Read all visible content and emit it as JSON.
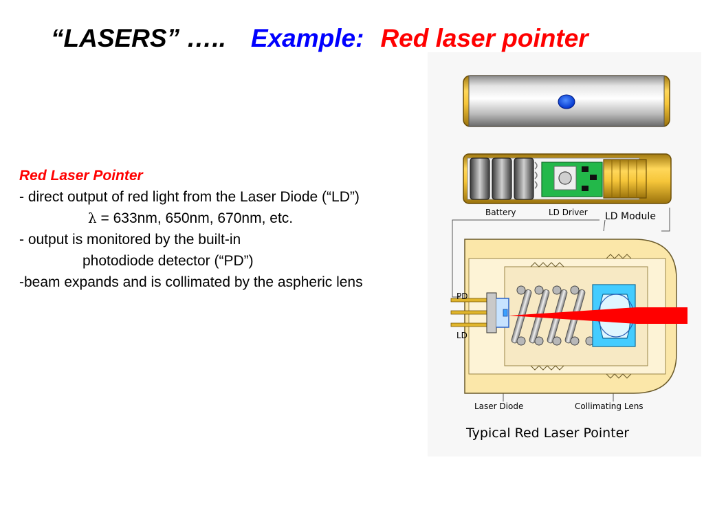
{
  "slide": {
    "title": {
      "part1": "“LASERS” …..",
      "part2": "Example:",
      "part3": "Red laser pointer"
    },
    "colors": {
      "title_part1": "#000000",
      "title_part2": "#0000ff",
      "title_part3": "#ff0000",
      "heading": "#ff0000",
      "laser_beam": "#ff0000",
      "lens": "#33ccff",
      "brass": "#e8b730",
      "housing": "#fbe7a9",
      "housing_inner": "#f7e9c4"
    },
    "bullets": {
      "heading": "Red Laser Pointer",
      "line1": "- direct output of red light from the Laser Diode (“LD”)",
      "lambda_symbol": "λ",
      "lambda_values": "= 633nm, 650nm, 670nm, etc.",
      "line3": "- output is monitored by the built-in",
      "line4": "photodiode detector (“PD”)",
      "line5": "-beam expands and is collimated by the aspheric lens"
    },
    "figure": {
      "labels": {
        "battery": "Battery",
        "ld_driver": "LD Driver",
        "ld_module": "LD Module",
        "pd": "PD",
        "ld": "LD",
        "laser_diode": "Laser Diode",
        "collimating_lens": "Collimating Lens"
      },
      "caption": "Typical Red Laser Pointer"
    }
  }
}
